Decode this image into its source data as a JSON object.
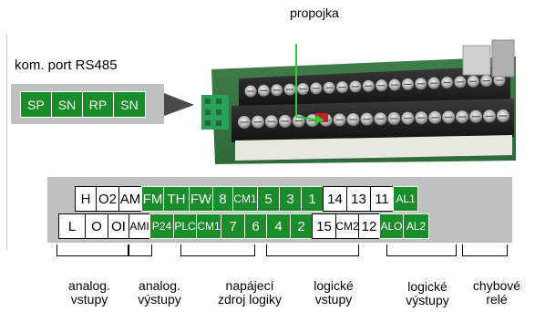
{
  "callout": {
    "text": "propojka"
  },
  "port": {
    "label": "kom. port RS485",
    "pins": [
      "SP",
      "SN",
      "RP",
      "SN"
    ]
  },
  "terminals": {
    "top": [
      {
        "t": "H",
        "g": false,
        "w": 24
      },
      {
        "t": "O2",
        "g": false,
        "w": 26
      },
      {
        "t": "AM",
        "g": false,
        "w": 26
      },
      {
        "t": "FM",
        "g": true,
        "w": 25
      },
      {
        "t": "TH",
        "g": true,
        "w": 29
      },
      {
        "t": "FW",
        "g": true,
        "w": 27
      },
      {
        "t": "8",
        "g": true,
        "w": 23
      },
      {
        "t": "CM1",
        "g": true,
        "w": 28
      },
      {
        "t": "5",
        "g": true,
        "w": 25
      },
      {
        "t": "3",
        "g": true,
        "w": 25
      },
      {
        "t": "1",
        "g": true,
        "w": 25
      },
      {
        "t": "14",
        "g": false,
        "w": 27
      },
      {
        "t": "13",
        "g": false,
        "w": 27
      },
      {
        "t": "11",
        "g": false,
        "w": 26
      },
      {
        "t": "AL1",
        "g": true,
        "w": 28
      }
    ],
    "bottom": [
      {
        "t": "L",
        "g": false,
        "w": 30
      },
      {
        "t": "O",
        "g": false,
        "w": 26
      },
      {
        "t": "OI",
        "g": false,
        "w": 24
      },
      {
        "t": "AMI",
        "g": false,
        "w": 24
      },
      {
        "t": "P24",
        "g": true,
        "w": 27
      },
      {
        "t": "PLC",
        "g": true,
        "w": 26
      },
      {
        "t": "CM1",
        "g": true,
        "w": 28
      },
      {
        "t": "7",
        "g": true,
        "w": 27
      },
      {
        "t": "6",
        "g": true,
        "w": 25
      },
      {
        "t": "4",
        "g": true,
        "w": 27
      },
      {
        "t": "2",
        "g": true,
        "w": 25
      },
      {
        "t": "15",
        "g": false,
        "w": 27
      },
      {
        "t": "CM2",
        "g": false,
        "w": 26
      },
      {
        "t": "12",
        "g": false,
        "w": 24
      },
      {
        "t": "ALO",
        "g": true,
        "w": 27
      },
      {
        "t": "AL2",
        "g": true,
        "w": 29
      }
    ]
  },
  "groups": [
    {
      "l1": "analog.",
      "l2": "vstupy"
    },
    {
      "l1": "analog.",
      "l2": "výstupy"
    },
    {
      "l1": "napájecí",
      "l2": "zdroj logiky"
    },
    {
      "l1": "logické",
      "l2": "vstupy"
    },
    {
      "l1": "logické",
      "l2": "výstupy"
    },
    {
      "l1": "chybové",
      "l2": "relé"
    }
  ],
  "colors": {
    "terminal_green": "#1a8c2a",
    "panel_gray": "#c0c0c0",
    "callout_green": "#2bd12b"
  }
}
